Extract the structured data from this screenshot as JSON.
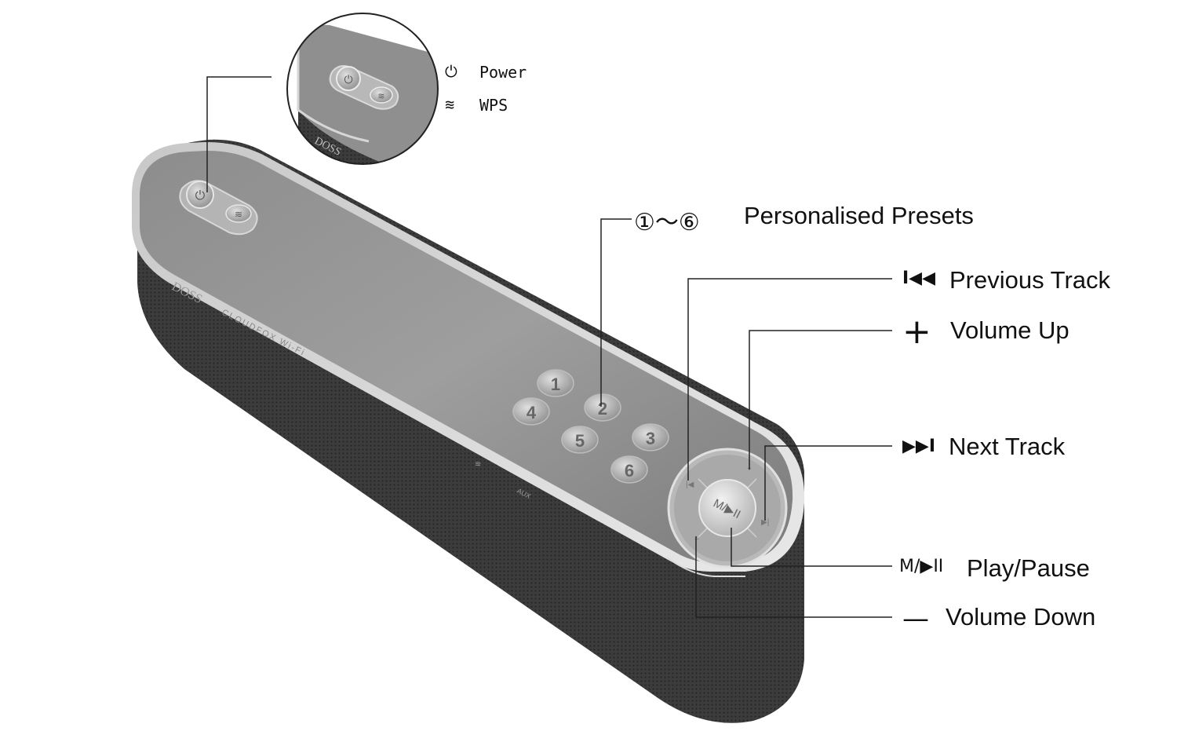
{
  "inset": {
    "power_label": "Power",
    "wps_label": "WPS"
  },
  "speaker": {
    "brand": "DOSS",
    "model": "CLOUDFOX Wi-Fi",
    "side_labels": [
      "AUX"
    ],
    "center_button_label": "M/▶II",
    "preset_buttons": [
      "1",
      "2",
      "3",
      "4",
      "5",
      "6"
    ]
  },
  "callouts": {
    "presets_symbol": "①～⑥",
    "presets_label": "Personalised Presets",
    "previous_symbol": "I◀◀",
    "previous_label": "Previous Track",
    "volume_up_symbol": "+",
    "volume_up_label": "Volume Up",
    "next_symbol": "▶▶I",
    "next_label": "Next Track",
    "play_symbol": "M/▶II",
    "play_label": "Play/Pause",
    "volume_down_symbol": "—",
    "volume_down_label": "Volume Down"
  }
}
